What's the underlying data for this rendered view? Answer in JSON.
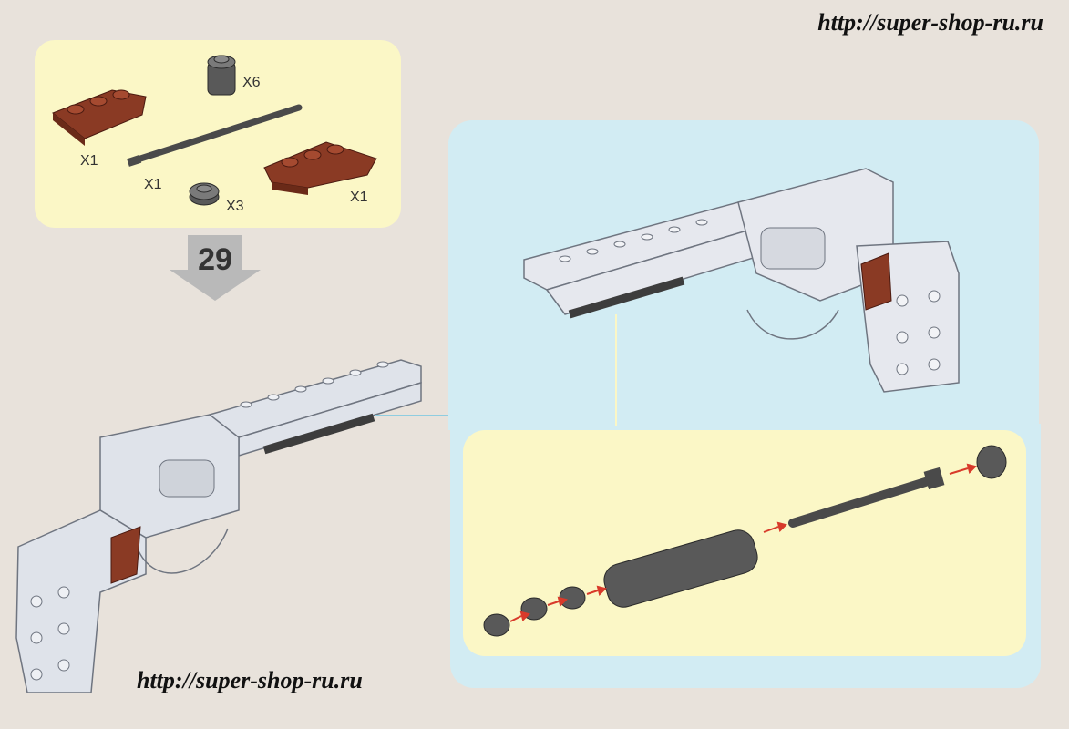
{
  "watermark": {
    "top": "http://super-shop-ru.ru",
    "bottom": "http://super-shop-ru.ru"
  },
  "step": {
    "number": "29"
  },
  "parts": [
    {
      "name": "wedge plate left",
      "color": "#8a3a24",
      "quantity": "X1"
    },
    {
      "name": "round brick 1x1",
      "color": "#595959",
      "quantity": "X6"
    },
    {
      "name": "bar axle",
      "color": "#595959",
      "quantity": "X1"
    },
    {
      "name": "round plate 1x1",
      "color": "#595959",
      "quantity": "X3"
    },
    {
      "name": "wedge plate right",
      "color": "#8a3a24",
      "quantity": "X1"
    }
  ],
  "colors": {
    "page": "#e8e2db",
    "parts_panel": "#fbf7c6",
    "view_panel": "#d2ecf3",
    "brick_gray": "#595959",
    "brick_brown": "#8a3a24",
    "model_light": "#dfe3ea",
    "arrow_red": "#d83a2a"
  }
}
